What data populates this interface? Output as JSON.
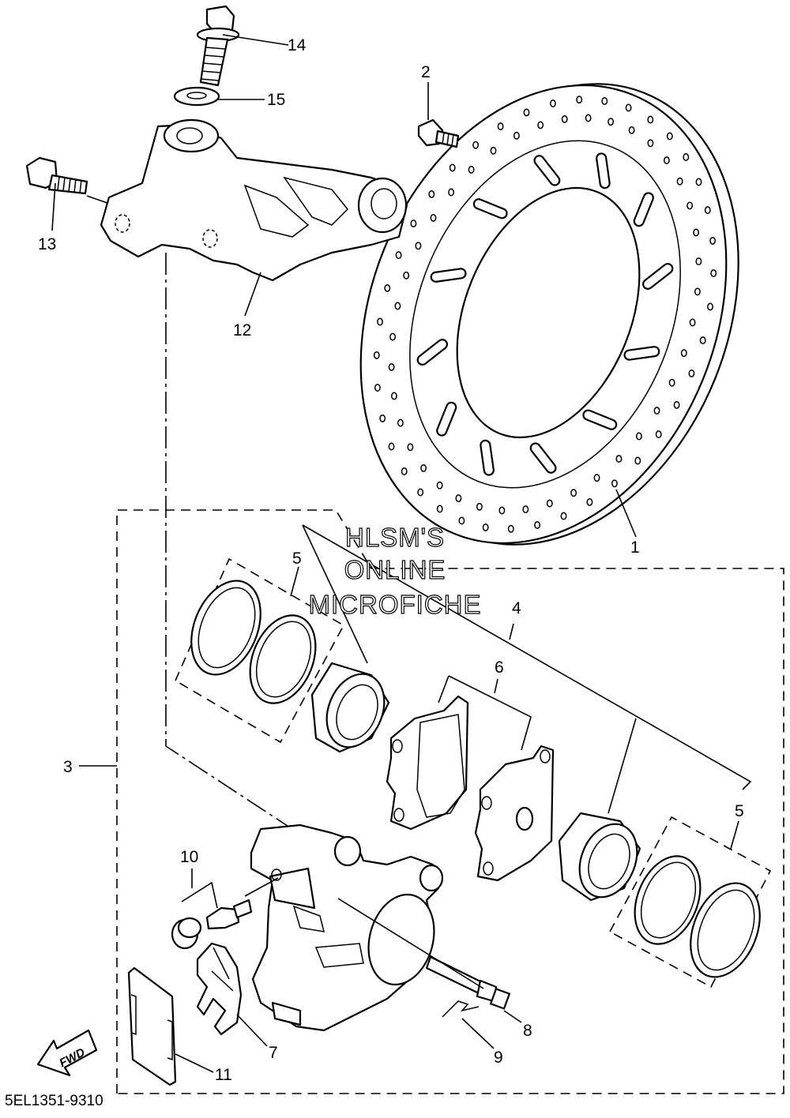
{
  "diagram": {
    "reference_code": "5EL1351-9310",
    "watermark": [
      "HLSM'S",
      "ONLINE",
      "MICROFICHE"
    ],
    "fwd_label": "FWD",
    "callouts": {
      "c1": "1",
      "c2": "2",
      "c3": "3",
      "c4": "4",
      "c5a": "5",
      "c5b": "5",
      "c6": "6",
      "c7": "7",
      "c8": "8",
      "c9": "9",
      "c10": "10",
      "c11": "11",
      "c12": "12",
      "c13": "13",
      "c14": "14",
      "c15": "15"
    }
  }
}
